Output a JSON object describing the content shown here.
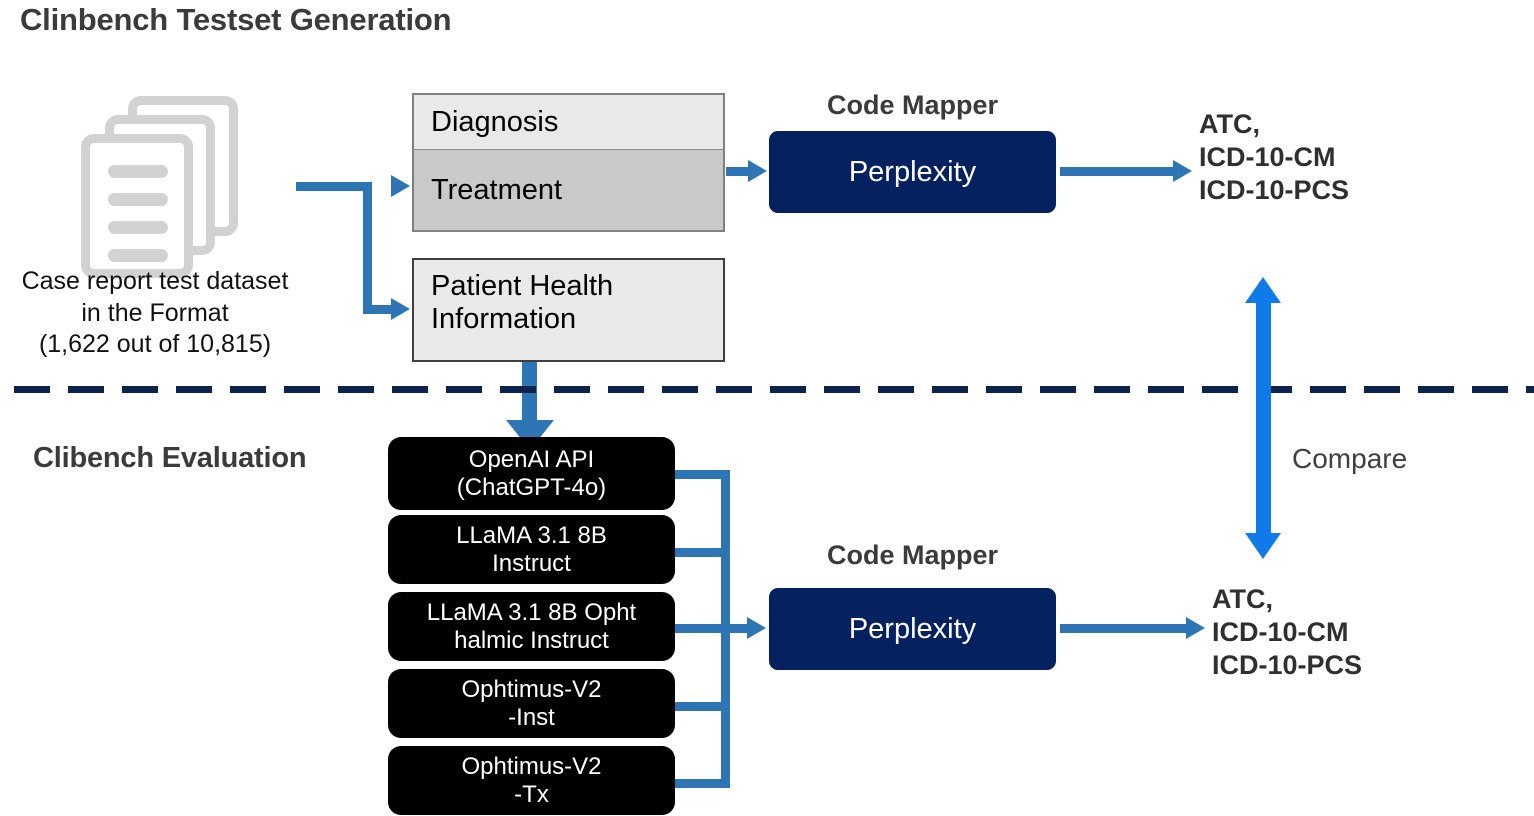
{
  "sections": {
    "generation_title": "Clinbench Testset Generation",
    "evaluation_title": "Clibench Evaluation"
  },
  "dataset": {
    "icon": "document-stack-icon",
    "caption_line1": "Case report test dataset",
    "caption_line2": "in the Format",
    "caption_line3": "(1,622 out of 10,815)"
  },
  "input_boxes": {
    "diagnosis": "Diagnosis",
    "treatment": "Treatment",
    "patient_health_line1": "Patient Health",
    "patient_health_line2": "Information"
  },
  "code_mapper_top": {
    "label": "Code Mapper",
    "engine": "Perplexity"
  },
  "code_mapper_bottom": {
    "label": "Code Mapper",
    "engine": "Perplexity"
  },
  "outputs_top": {
    "line1": "ATC,",
    "line2": "ICD-10-CM",
    "line3": "ICD-10-PCS"
  },
  "outputs_bottom": {
    "line1": "ATC,",
    "line2": "ICD-10-CM",
    "line3": "ICD-10-PCS"
  },
  "models": [
    {
      "line1": "OpenAI API",
      "line2": "(ChatGPT-4o)"
    },
    {
      "line1": "LLaMA 3.1 8B",
      "line2": "Instruct"
    },
    {
      "line1": "LLaMA 3.1 8B Opht",
      "line2": "halmic Instruct"
    },
    {
      "line1": "Ophtimus-V2",
      "line2": "-Inst"
    },
    {
      "line1": "Ophtimus-V2",
      "line2": "-Tx"
    }
  ],
  "compare": {
    "label": "Compare",
    "arrow": "double-headed-vertical-arrow"
  },
  "colors": {
    "navy": "#062160",
    "steel_blue": "#2e75b6",
    "bright_blue": "#0f7ae8",
    "divider_navy": "#0c2350",
    "box_light_gray": "#e9e9e9",
    "box_dark_gray": "#c9c9c9",
    "model_black": "#000000",
    "heading_gray": "#3b3b3b"
  }
}
